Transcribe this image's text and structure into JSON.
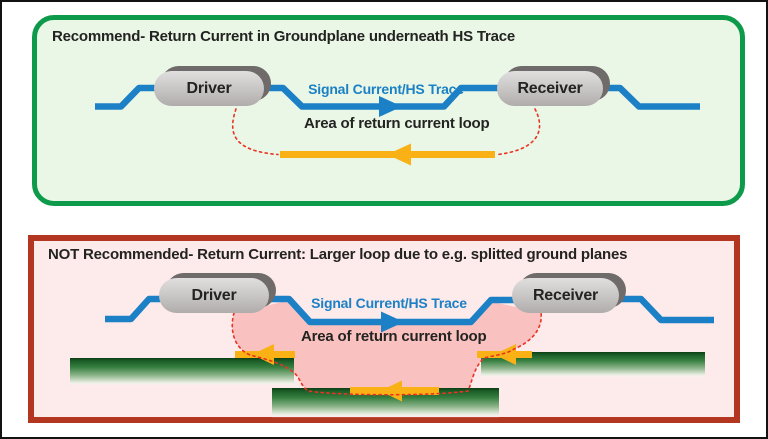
{
  "colors": {
    "signal_blue": "#1b80c5",
    "return_yellow": "#f9b116",
    "recommended_border": "#0e9a4b",
    "recommended_bg": "#eaf7e6",
    "not_recommended_border": "#b23620",
    "not_recommended_bg": "#fdeaea",
    "loop_area_pink": "#f9c2c0",
    "dotted_red": "#ea3323",
    "component_gray": "#c9c6c6",
    "component_shadow_gray": "#6f6b6a",
    "groundplane_green": "#1b5c27",
    "text_dark": "#232321"
  },
  "panels": {
    "recommended": {
      "title": "Recommend- Return Current in Groundplane underneath HS Trace",
      "driver": "Driver",
      "receiver": "Receiver",
      "signal_label": "Signal Current/HS Trace",
      "area_label": "Area of return current loop"
    },
    "not_recommended": {
      "title": "NOT Recommended-  Return Current: Larger loop due to e.g. splitted ground planes",
      "driver": "Driver",
      "receiver": "Receiver",
      "signal_label": "Signal Current/HS Trace",
      "area_label": "Area of return current loop"
    }
  }
}
